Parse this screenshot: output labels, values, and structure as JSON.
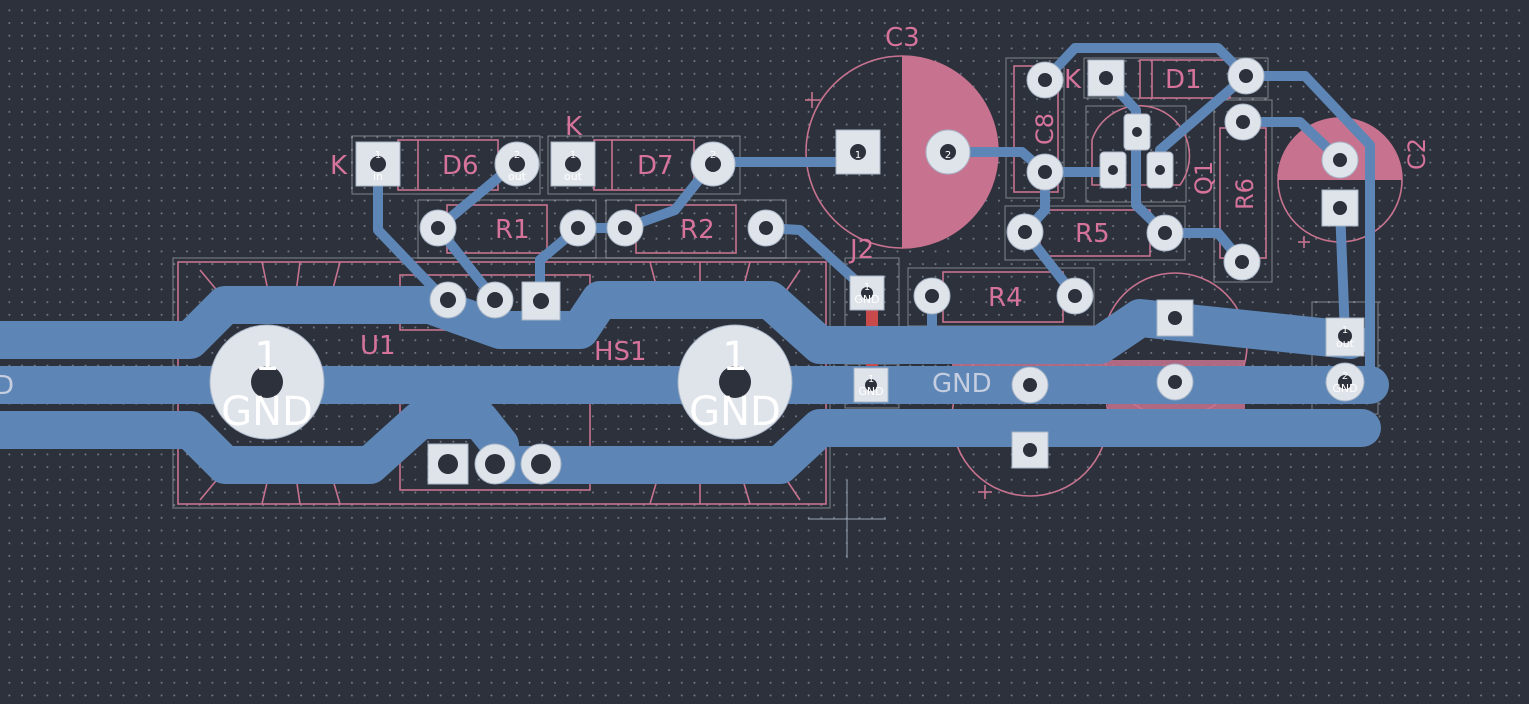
{
  "board": {
    "background_color": "#2c313c",
    "track_color": "#5d86b6",
    "silkscreen_color": "#d6739a",
    "pad_color": "#dfe3ea"
  },
  "refs": {
    "C3": "C3",
    "D6": "D6",
    "D7": "D7",
    "R1": "R1",
    "R2": "R2",
    "J2": "J2",
    "U1": "U1",
    "HS1": "HS1",
    "R4": "R4",
    "R5": "R5",
    "C8": "C8",
    "D1": "D1",
    "Q1": "Q1",
    "R6": "R6",
    "C2": "C2",
    "K1": "K",
    "K2": "K",
    "K3": "K"
  },
  "net_labels": {
    "gnd_track": "GND",
    "left_edge": "D",
    "mount1_num": "1",
    "mount1_net": "GND",
    "mount2_num": "1",
    "mount2_net": "GND"
  },
  "pad_text": {
    "d6_1_num": "1",
    "d6_1_net": "in",
    "d6_2_num": "2",
    "d6_2_net": "out",
    "d7_1_num": "1",
    "d7_1_net": "out",
    "d7_2_num": "2",
    "d7_2_net": "",
    "c3_1_num": "1",
    "c3_2_num": "2",
    "j2_1_num": "1",
    "j2_1_net": "GND",
    "j2_2_num": "1",
    "j2_2_net": "GND",
    "j1_1_num": "1",
    "j1_1_net": "out",
    "j1_2_num": "2",
    "j1_2_net": "GND"
  }
}
